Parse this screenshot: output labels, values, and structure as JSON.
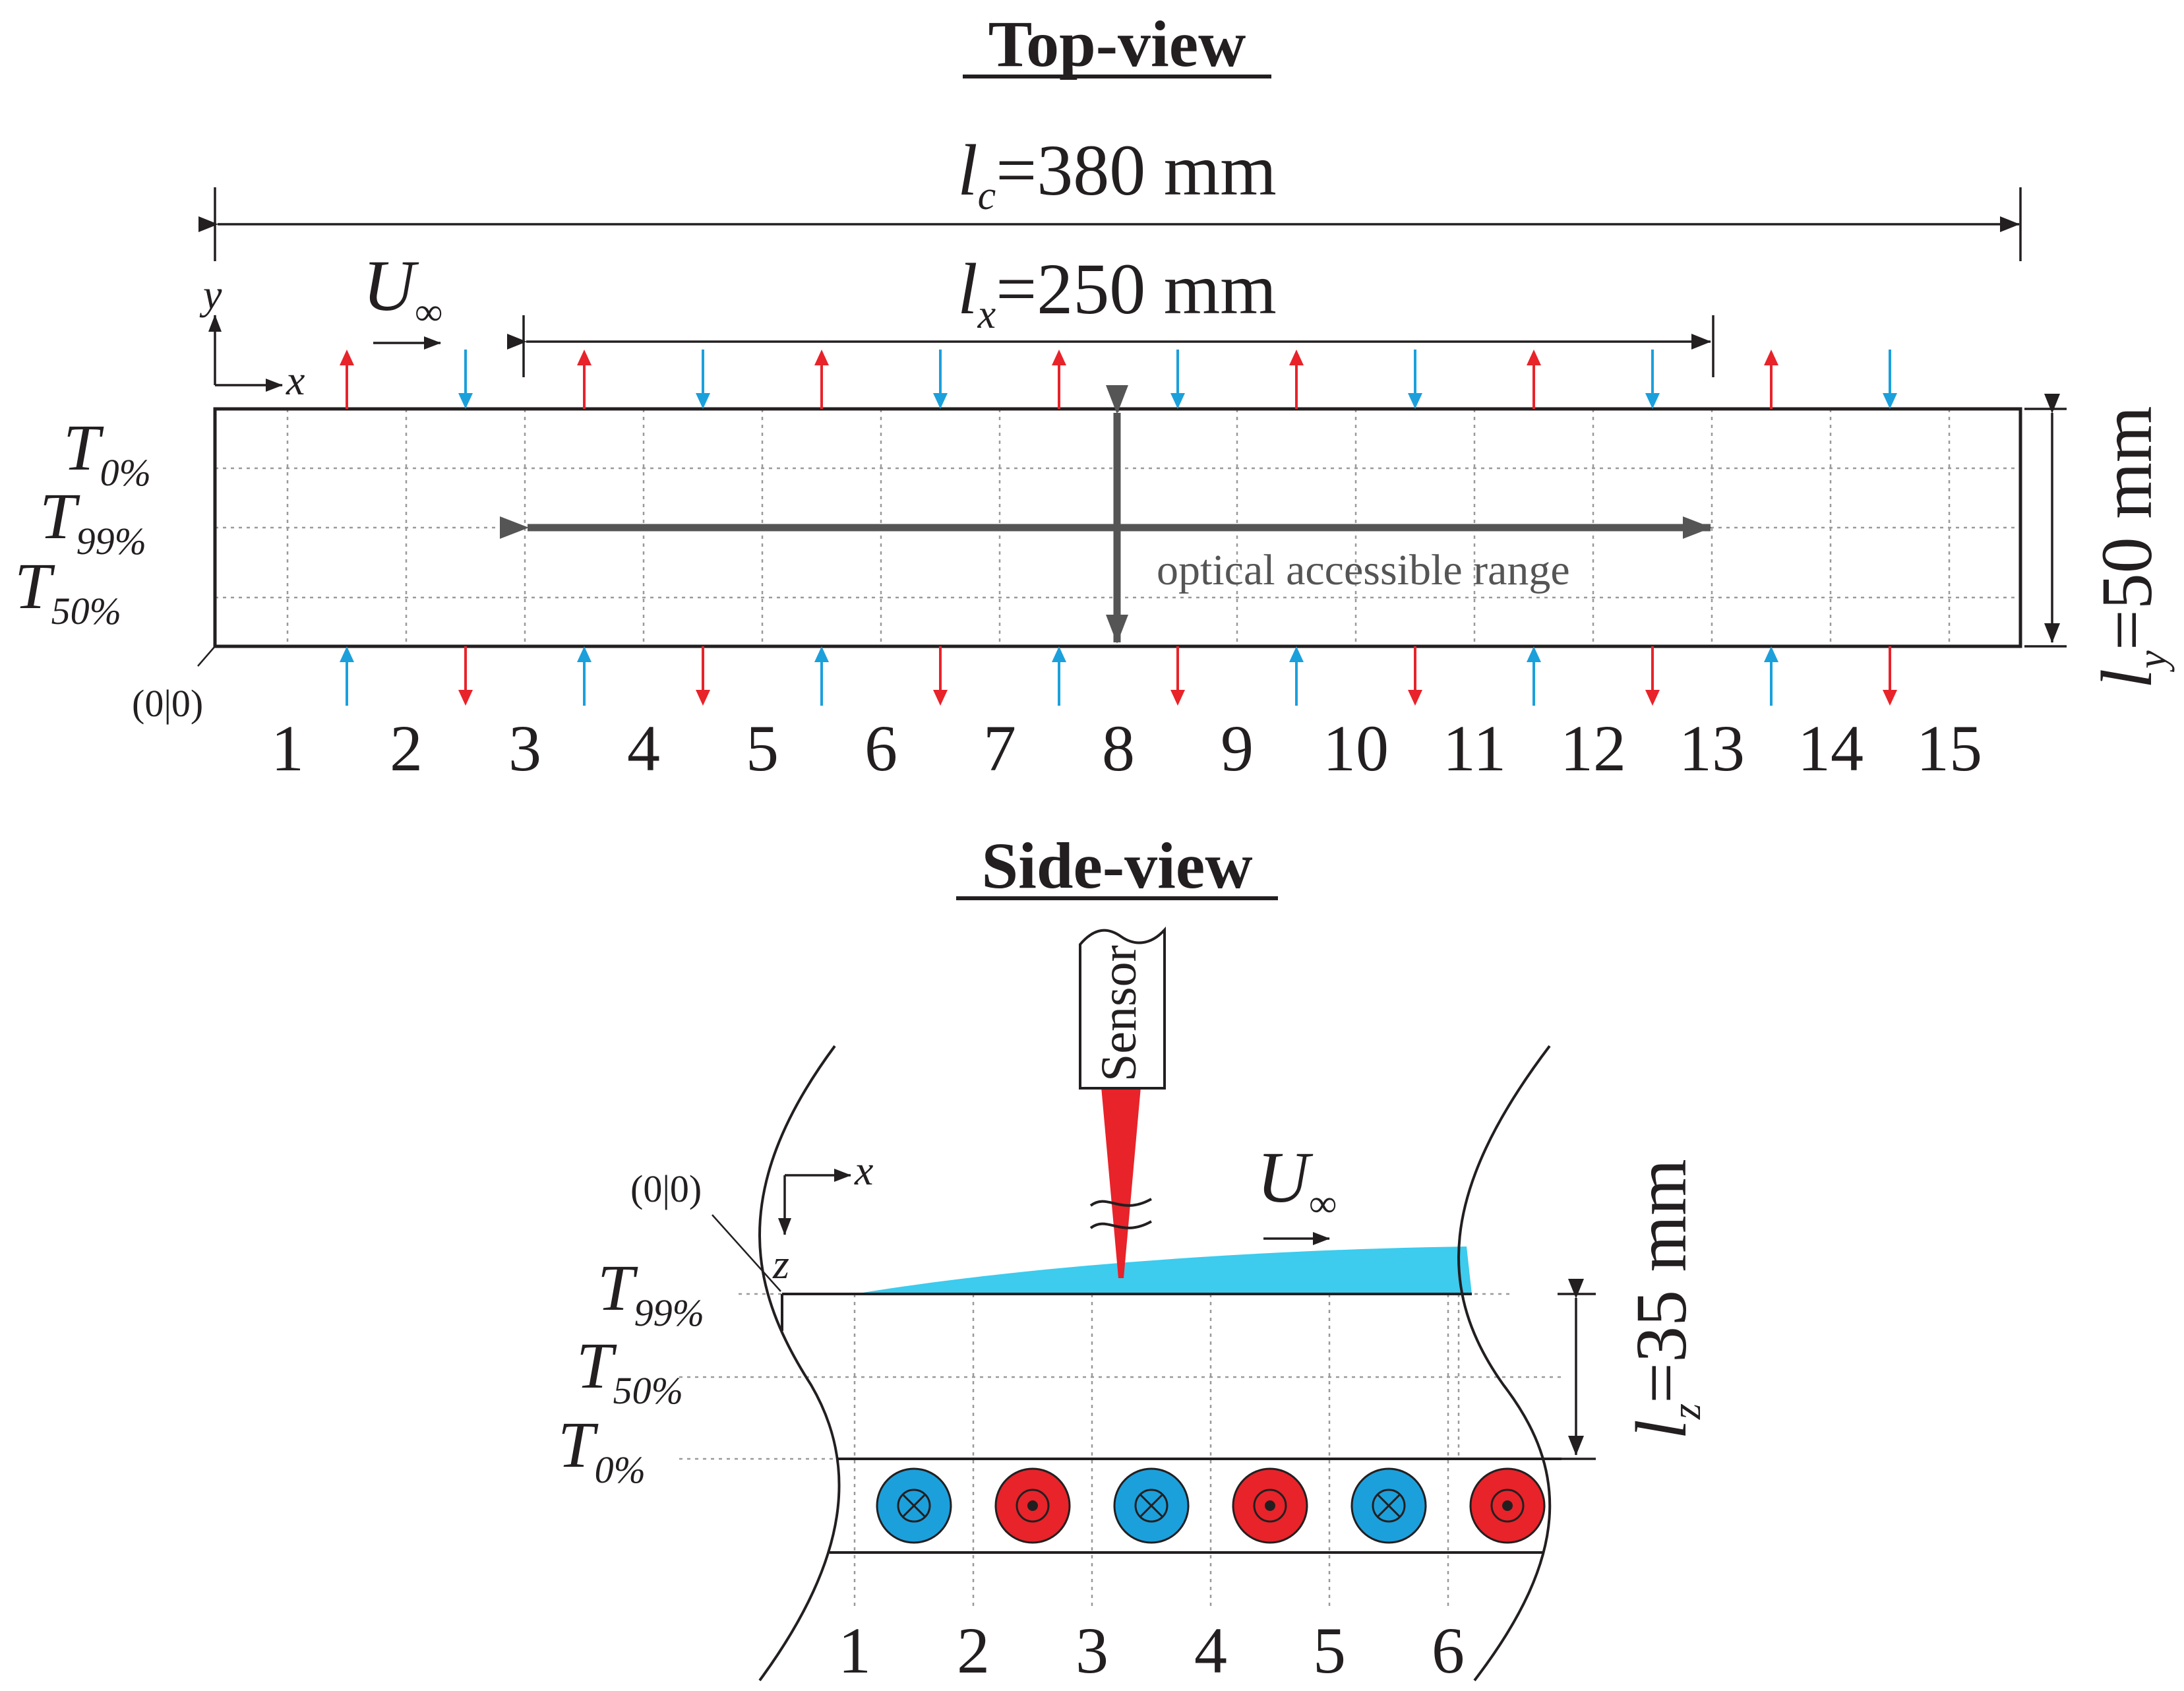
{
  "top_view": {
    "title": "Top-view",
    "lc_var": "l",
    "lc_sub": "c",
    "lc_text": "=380 mm",
    "lx_var": "l",
    "lx_sub": "x",
    "lx_text": "=250 mm",
    "ly_var": "l",
    "ly_sub": "y",
    "ly_text": "=50 mm",
    "flow_var": "U",
    "flow_sub": "∞",
    "axis_x": "x",
    "axis_y": "y",
    "origin": "(0|0)",
    "temperature_labels": [
      {
        "main": "T",
        "sub": "0%"
      },
      {
        "main": "T",
        "sub": "99%"
      },
      {
        "main": "T",
        "sub": "50%"
      }
    ],
    "range_label": "optical accessible range",
    "positions": [
      "1",
      "2",
      "3",
      "4",
      "5",
      "6",
      "7",
      "8",
      "9",
      "10",
      "11",
      "12",
      "13",
      "14",
      "15"
    ],
    "top_arrows": [
      "out",
      "in",
      "out",
      "in",
      "out",
      "in",
      "out",
      "in",
      "out",
      "in",
      "out",
      "in",
      "out",
      "in"
    ],
    "bottom_arrows": [
      "in",
      "out",
      "in",
      "out",
      "in",
      "out",
      "in",
      "out",
      "in",
      "out",
      "in",
      "out",
      "in",
      "out"
    ]
  },
  "side_view": {
    "title": "Side-view",
    "sensor_label": "Sensor",
    "lz_var": "l",
    "lz_sub": "z",
    "lz_text": "=35 mm",
    "flow_var": "U",
    "flow_sub": "∞",
    "axis_x": "x",
    "axis_z": "z",
    "origin": "(0|0)",
    "temperature_labels": [
      {
        "main": "T",
        "sub": "99%"
      },
      {
        "main": "T",
        "sub": "50%"
      },
      {
        "main": "T",
        "sub": "0%"
      }
    ],
    "positions": [
      "1",
      "2",
      "3",
      "4",
      "5",
      "6"
    ],
    "conductors": [
      "into",
      "out",
      "into",
      "out",
      "into",
      "out"
    ]
  },
  "colors": {
    "hot": "#e8232a",
    "cold": "#1ba0dc",
    "fluid": "#3dcbee",
    "ink": "#231f20",
    "grid": "#9a9a9a",
    "range_arrow": "#555555"
  }
}
